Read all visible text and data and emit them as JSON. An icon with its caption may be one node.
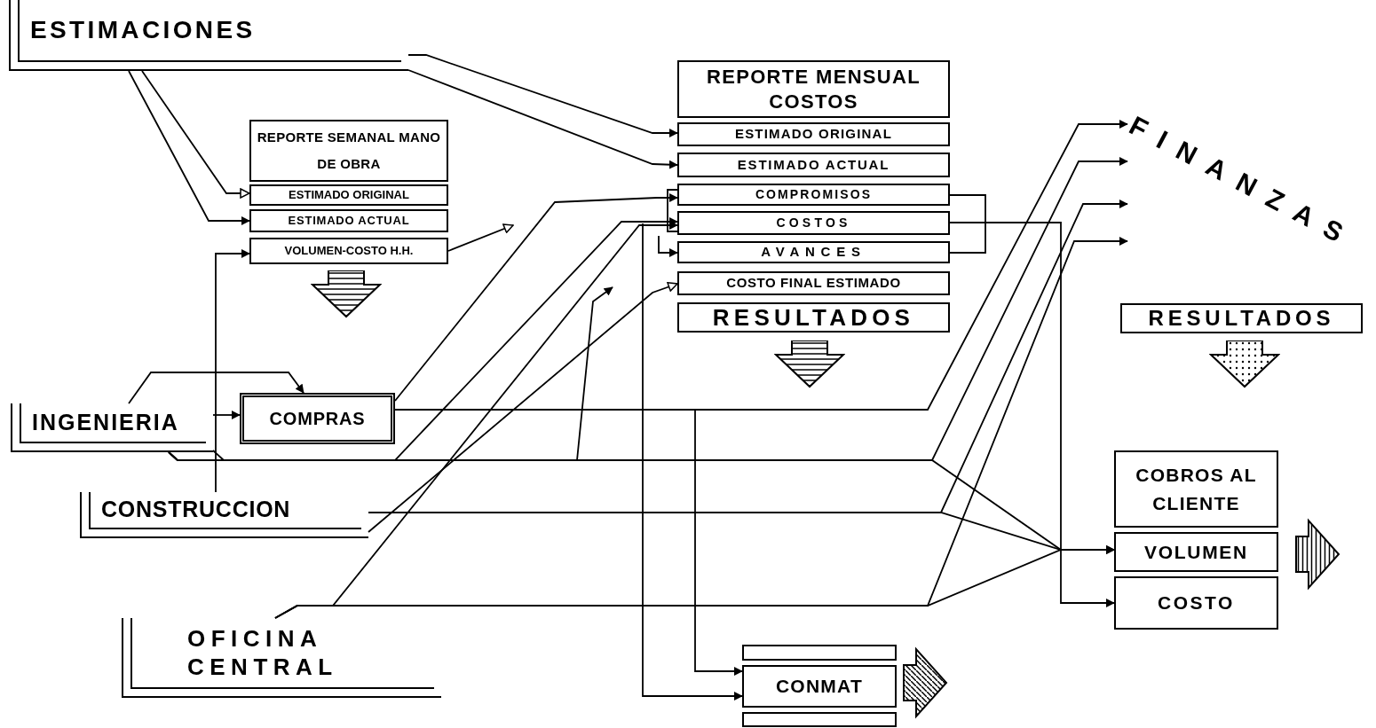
{
  "diagram": {
    "nodes": [
      {
        "text": [
          "ESTIMACIONES"
        ]
      },
      {
        "text": [
          "REPORTE SEMANAL MANO DE OBRA"
        ]
      },
      {
        "text": [
          "ESTIMADO ORIGINAL"
        ]
      },
      {
        "text": [
          "ESTIMADO ACTUAL"
        ]
      },
      {
        "text": [
          "VOLUMEN-COSTO H.H."
        ]
      },
      {
        "text": [
          "REPORTE MENSUAL COSTOS"
        ]
      },
      {
        "text": [
          "ESTIMADO ORIGINAL"
        ]
      },
      {
        "text": [
          "ESTIMADO ACTUAL"
        ]
      },
      {
        "text": [
          "COMPROMISOS"
        ]
      },
      {
        "text": [
          "COSTOS"
        ]
      },
      {
        "text": [
          "AVANCES"
        ]
      },
      {
        "text": [
          "COSTO FINAL ESTIMADO"
        ]
      },
      {
        "text": [
          "RESULTADOS"
        ]
      },
      {
        "text": [
          "FINANZAS"
        ]
      },
      {
        "text": [
          "RESULTADOS"
        ]
      },
      {
        "text": [
          "INGENIERIA"
        ]
      },
      {
        "text": [
          "COMPRAS"
        ]
      },
      {
        "text": [
          "CONSTRUCCION"
        ]
      },
      {
        "text": [
          "OFICINA CENTRAL"
        ]
      },
      {
        "text": [
          "COBROS AL CLIENTE"
        ]
      },
      {
        "text": [
          "VOLUMEN"
        ]
      },
      {
        "text": [
          "COSTO"
        ]
      },
      {
        "text": [],
        "shape": "box"
      },
      {
        "text": [
          "CONMAT"
        ]
      },
      {
        "text": [],
        "shape": "box"
      }
    ],
    "edges": [
      {
        "from": 0,
        "to": 6,
        "arrow": "to"
      },
      {
        "from": 0,
        "to": 7,
        "arrow": "to"
      },
      {
        "from": 0,
        "to": 2,
        "arrow": "to"
      },
      {
        "from": 0,
        "to": 3,
        "arrow": "to"
      },
      {
        "from": 17,
        "to": 4,
        "arrow": "to"
      },
      {
        "from": 4,
        "to": null,
        "arrow": "to"
      },
      {
        "from": 15,
        "to": 16,
        "arrow": "to"
      },
      {
        "from": 15,
        "to": 16,
        "arrow": "to"
      },
      {
        "from": 16,
        "to": 8,
        "arrow": "to"
      },
      {
        "from": 15,
        "to": 9,
        "arrow": "to"
      },
      {
        "from": 15,
        "to": null,
        "arrow": "to"
      },
      {
        "from": 15,
        "to": 20,
        "arrow": "to"
      },
      {
        "from": 15,
        "to": 13,
        "arrow": "to"
      },
      {
        "from": 16,
        "to": 13,
        "arrow": "to"
      },
      {
        "from": 17,
        "to": 13,
        "arrow": "to"
      },
      {
        "from": 17,
        "to": 20,
        "arrow": "to"
      },
      {
        "from": 18,
        "to": 13,
        "arrow": "to"
      },
      {
        "from": 18,
        "to": 20,
        "arrow": "to"
      },
      {
        "from": 18,
        "to": 9,
        "arrow": "to"
      },
      {
        "from": 17,
        "to": 11,
        "arrow": "to"
      },
      {
        "from": 9,
        "to": 21,
        "arrow": "to"
      },
      {
        "from": 8,
        "to": 10,
        "arrow": "none"
      },
      {
        "from": null,
        "to": 10,
        "arrow": "to"
      },
      {
        "from": 16,
        "to": 23,
        "arrow": "to"
      },
      {
        "from": null,
        "to": 23,
        "arrow": "to"
      },
      {
        "from": 8,
        "to": 9,
        "arrow": "none"
      },
      {
        "from": 20,
        "to": null,
        "arrow": "to",
        "style": "thick"
      },
      {
        "from": 23,
        "to": null,
        "arrow": "to",
        "style": "thick"
      }
    ]
  }
}
